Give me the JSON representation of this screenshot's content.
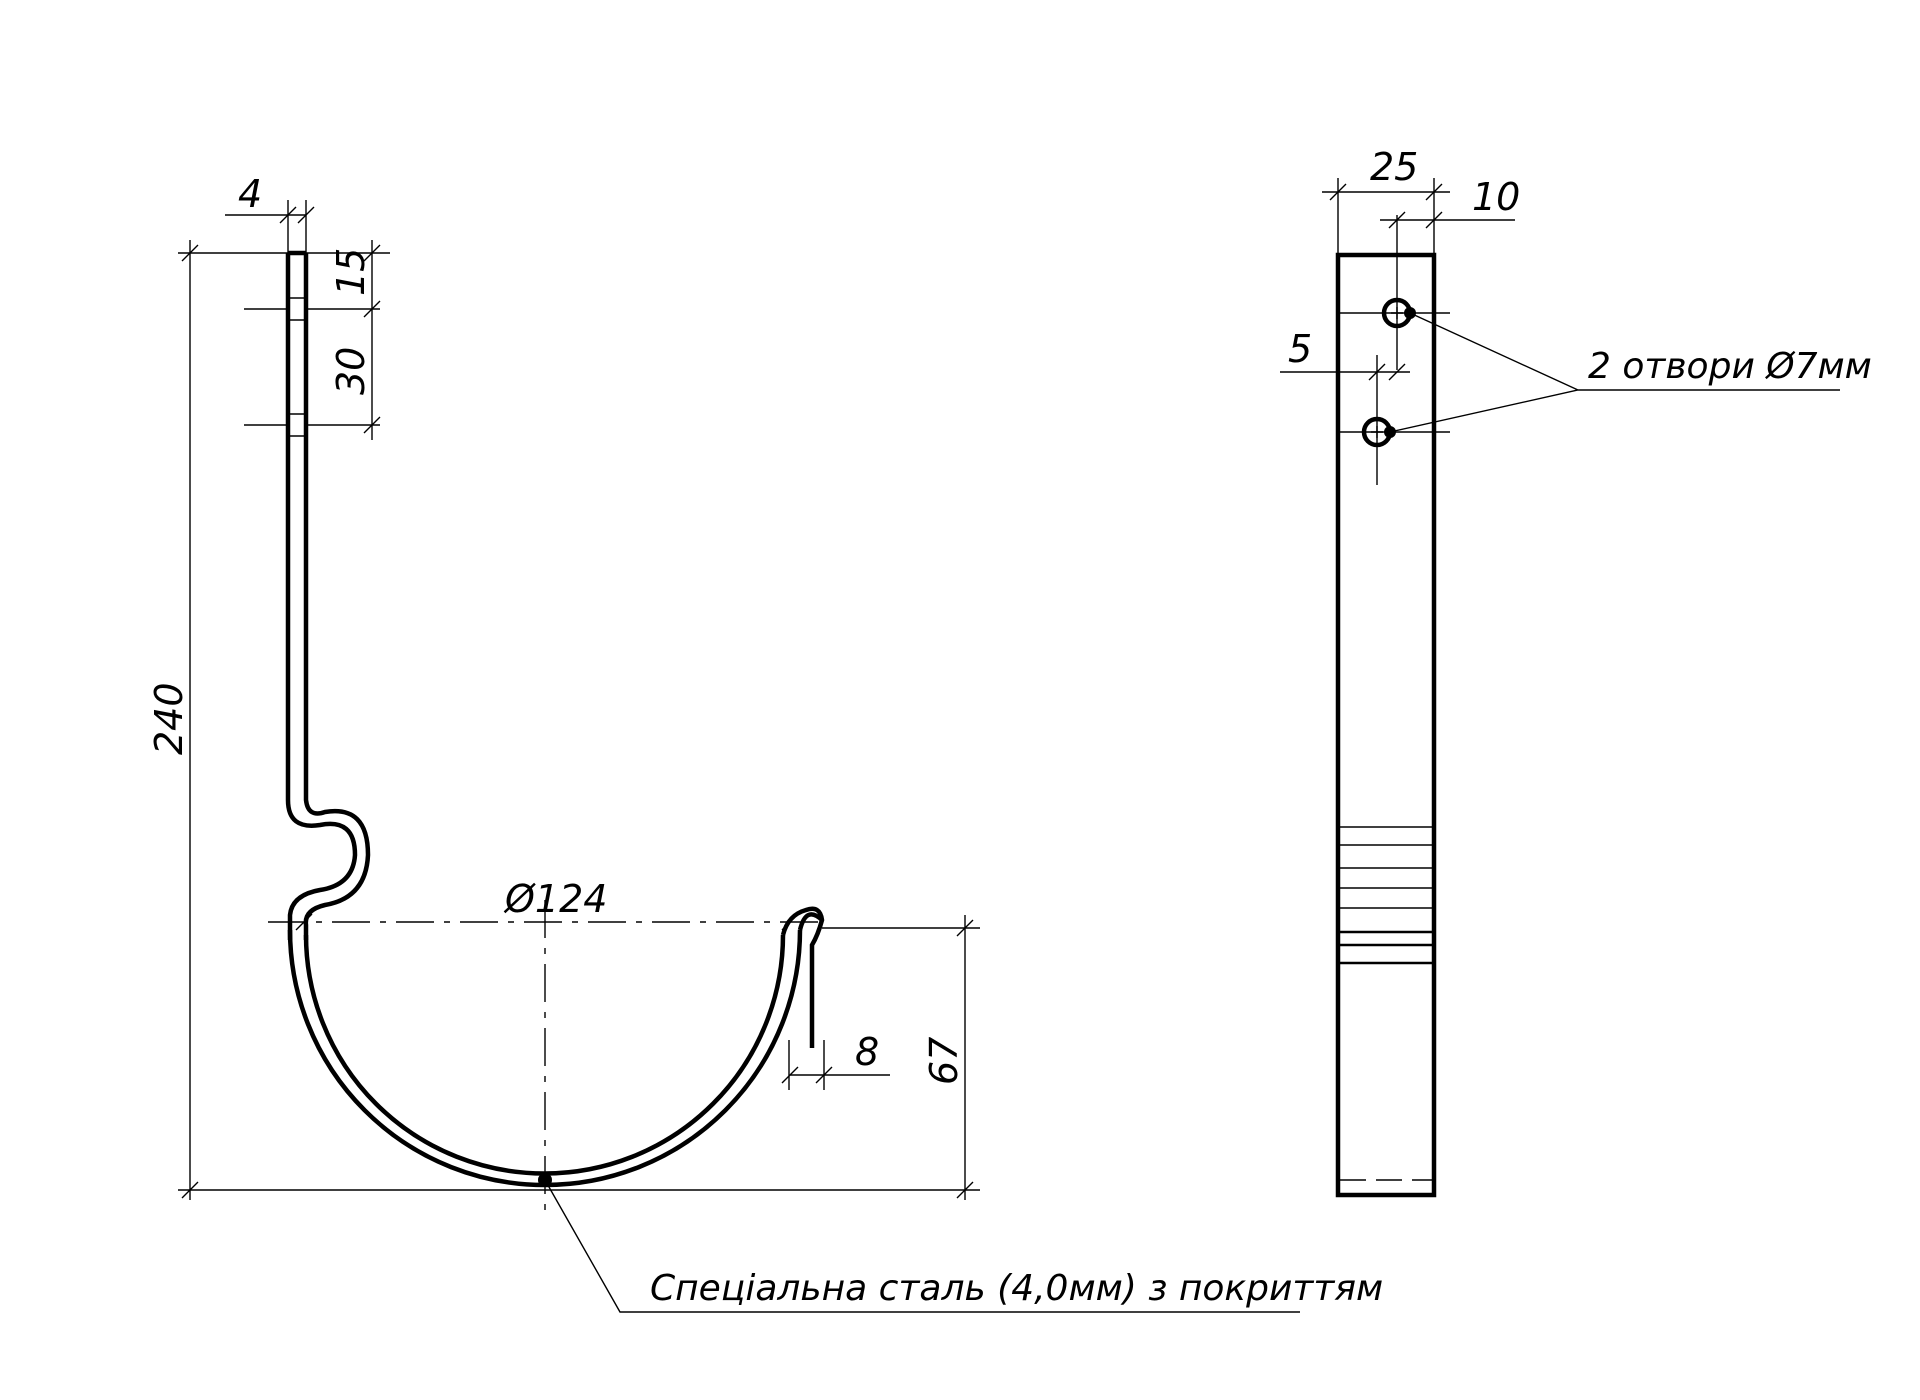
{
  "diagram": {
    "side_view": {
      "dimensions": {
        "thickness": "4",
        "hole_top_offset": "15",
        "hole_spacing": "30",
        "total_height": "240",
        "diameter": "Ø124",
        "lip_width": "8",
        "bowl_depth": "67"
      },
      "material_note": "Спеціальна сталь (4,0мм) з покриттям"
    },
    "front_view": {
      "dimensions": {
        "width": "25",
        "hole_edge_offset": "10",
        "hole_shift": "5"
      },
      "holes_note": "2 отвори Ø7мм"
    }
  }
}
